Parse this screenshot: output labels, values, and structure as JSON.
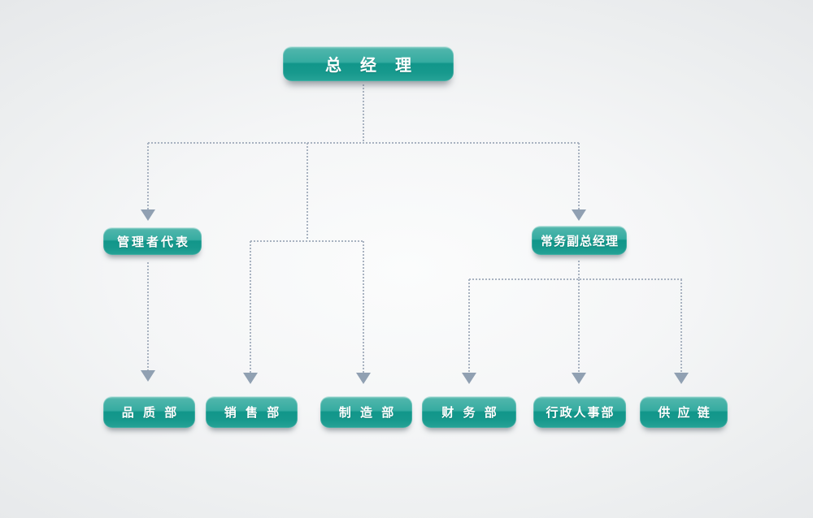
{
  "org_chart": {
    "title": "",
    "nodes": {
      "general_manager": "总 经 理",
      "management_representative": "管理者代表",
      "executive_deputy_gm": "常务副总经理",
      "quality_dept": "品 质 部",
      "sales_dept": "销 售 部",
      "manufacturing_dept": "制 造 部",
      "finance_dept": "财 务 部",
      "admin_hr_dept": "行政人事部",
      "supply_chain": "供 应 链"
    },
    "edges": [
      {
        "from": "general_manager",
        "to": "management_representative"
      },
      {
        "from": "general_manager",
        "to": "executive_deputy_gm"
      },
      {
        "from": "general_manager",
        "to": "sales_dept"
      },
      {
        "from": "general_manager",
        "to": "manufacturing_dept"
      },
      {
        "from": "management_representative",
        "to": "quality_dept"
      },
      {
        "from": "executive_deputy_gm",
        "to": "finance_dept"
      },
      {
        "from": "executive_deputy_gm",
        "to": "admin_hr_dept"
      },
      {
        "from": "executive_deputy_gm",
        "to": "supply_chain"
      }
    ],
    "colors": {
      "node_teal_dark": "#11968a",
      "node_teal_light": "#4eb5ab",
      "node_highlight": "#8fd0c8",
      "connector_dotted_gray": "#a8b2c0",
      "arrow_gray_blue": "#90a0b2",
      "node_text": "#ffffff",
      "background_center": "#fbfcfc",
      "background_edge": "#e6e8ea"
    }
  }
}
